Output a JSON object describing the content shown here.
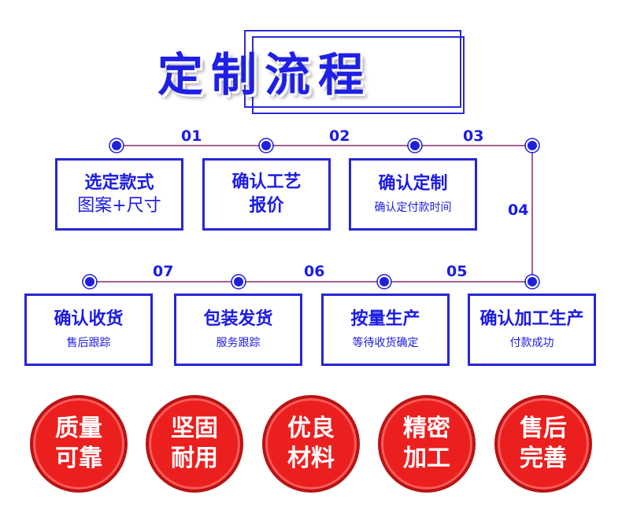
{
  "title": "定制流程",
  "colors": {
    "accent": "#1b1be6",
    "red": "#ec1f1f"
  },
  "steps": [
    {
      "num": "01",
      "title": "选定款式",
      "sub": "图案+尺寸"
    },
    {
      "num": "02",
      "title": "确认工艺",
      "title2": "报价"
    },
    {
      "num": "03",
      "title": "确认定制",
      "sub": "确认定付款时间"
    },
    {
      "num": "04"
    },
    {
      "num": "05",
      "title": "确认加工生产",
      "sub": "付款成功"
    },
    {
      "num": "06",
      "title": "按量生产",
      "sub": "等待收货确定"
    },
    {
      "num": "07",
      "title": "包装发货",
      "sub": "服务跟踪"
    },
    {
      "title": "确认收货",
      "sub": "售后跟踪"
    }
  ],
  "badges": [
    {
      "line1": "质量",
      "line2": "可靠"
    },
    {
      "line1": "坚固",
      "line2": "耐用"
    },
    {
      "line1": "优良",
      "line2": "材料"
    },
    {
      "line1": "精密",
      "line2": "加工"
    },
    {
      "line1": "售后",
      "line2": "完善"
    }
  ]
}
